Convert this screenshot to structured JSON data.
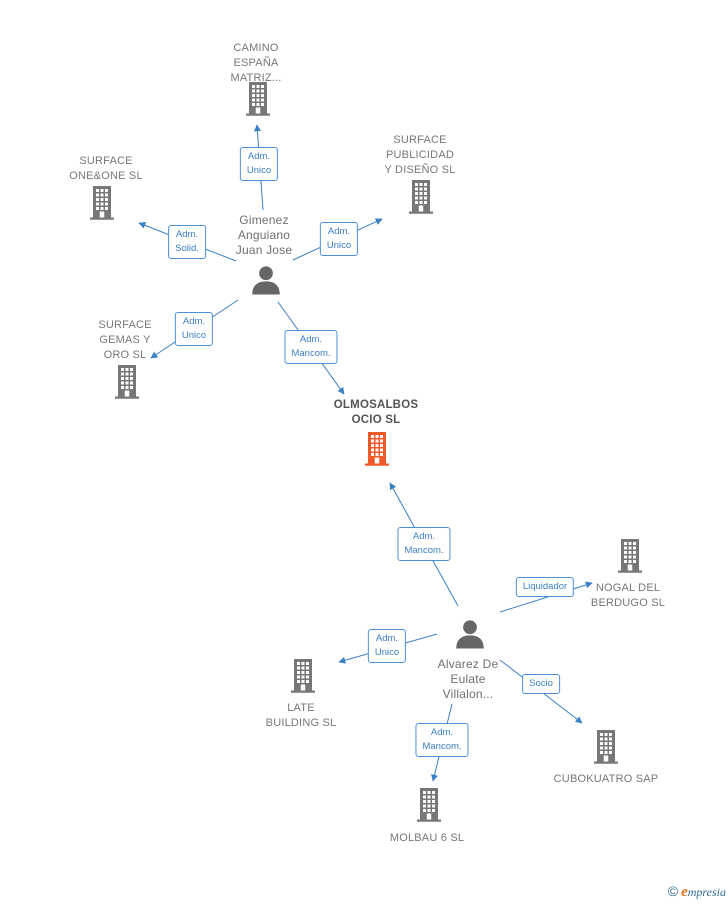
{
  "colors": {
    "edge": "#3b7fc4",
    "building": "#777777",
    "building_main": "#f05a28",
    "person": "#666666"
  },
  "nodes": [
    {
      "id": "camino",
      "type": "company",
      "label": "CAMINO\nESPAÑA\nMATRIZ...",
      "icon": "building-icon"
    },
    {
      "id": "surface_pub",
      "type": "company",
      "label": "SURFACE\nPUBLICIDAD\nY DISEÑO SL",
      "icon": "building-icon"
    },
    {
      "id": "surface_one",
      "type": "company",
      "label": "SURFACE\nONE&ONE SL",
      "icon": "building-icon"
    },
    {
      "id": "gimenez",
      "type": "person",
      "label": "Gimenez\nAnguiano\nJuan Jose",
      "icon": "person-icon"
    },
    {
      "id": "surface_gemas",
      "type": "company",
      "label": "SURFACE\nGEMAS Y\nORO SL",
      "icon": "building-icon"
    },
    {
      "id": "olmosalbos",
      "type": "main",
      "label": "OLMOSALBOS\nOCIO SL",
      "icon": "building-icon"
    },
    {
      "id": "nogal",
      "type": "company",
      "label": "NOGAL DEL\nBERDUGO SL",
      "icon": "building-icon"
    },
    {
      "id": "alvarez",
      "type": "person",
      "label": "Alvarez De\nEulate\nVillalon...",
      "icon": "person-icon"
    },
    {
      "id": "late",
      "type": "company",
      "label": "LATE\nBUILDING SL",
      "icon": "building-icon"
    },
    {
      "id": "cubokuatro",
      "type": "company",
      "label": "CUBOKUATRO SAP",
      "icon": "building-icon"
    },
    {
      "id": "molbau",
      "type": "company",
      "label": "MOLBAU 6 SL",
      "icon": "building-icon"
    }
  ],
  "edges": [
    {
      "from": "gimenez",
      "to": "camino",
      "label": "Adm.\nUnico"
    },
    {
      "from": "gimenez",
      "to": "surface_pub",
      "label": "Adm.\nUnico"
    },
    {
      "from": "gimenez",
      "to": "surface_one",
      "label": "Adm.\nSolid."
    },
    {
      "from": "gimenez",
      "to": "surface_gemas",
      "label": "Adm.\nUnico"
    },
    {
      "from": "gimenez",
      "to": "olmosalbos",
      "label": "Adm.\nMancom."
    },
    {
      "from": "alvarez",
      "to": "olmosalbos",
      "label": "Adm.\nMancom."
    },
    {
      "from": "alvarez",
      "to": "nogal",
      "label": "Liquidador"
    },
    {
      "from": "alvarez",
      "to": "late",
      "label": "Adm.\nUnico"
    },
    {
      "from": "alvarez",
      "to": "cubokuatro",
      "label": "Socio"
    },
    {
      "from": "alvarez",
      "to": "molbau",
      "label": "Adm.\nMancom."
    }
  ],
  "footer": {
    "copyright": "©",
    "brand_first": "e",
    "brand_rest": "mpresia"
  }
}
